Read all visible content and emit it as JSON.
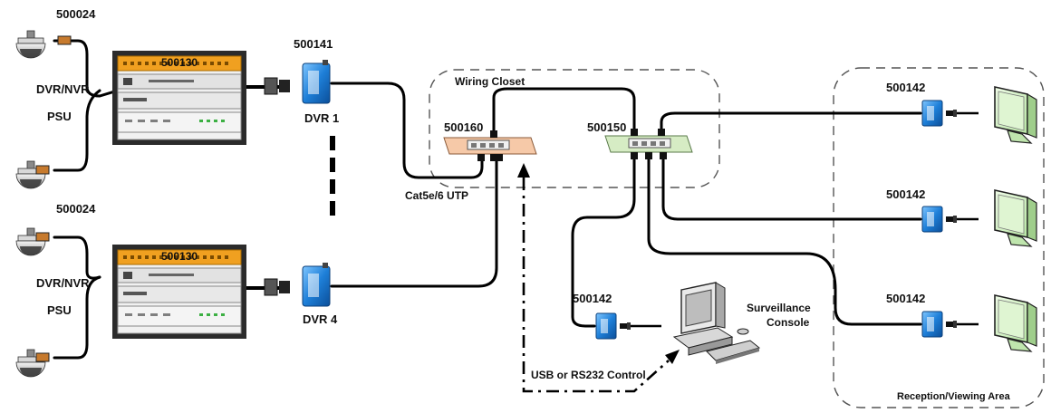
{
  "labels": {
    "camera_top_code": "500024",
    "camera_mid_code": "500024",
    "rack_top_code": "500130",
    "rack_bottom_code": "500130",
    "dvr_nvr_top": "DVR/NVR",
    "dvr_nvr_bottom": "DVR/NVR",
    "psu_top": "PSU",
    "psu_bottom": "PSU",
    "dvr_encoder_code": "500141",
    "dvr1": "DVR 1",
    "dvr4": "DVR 4",
    "wiring_closet": "Wiring Closet",
    "switch_left_code": "500160",
    "switch_right_code": "500150",
    "cable_type": "Cat5e/6 UTP",
    "receiver_top_code": "500142",
    "receiver_mid_code": "500142",
    "receiver_bottom_code": "500142",
    "receiver_console_code": "500142",
    "console_line1": "Surveillance",
    "console_line2": "Console",
    "control_label": "USB or RS232 Control",
    "reception_area": "Reception/Viewing Area"
  },
  "colors": {
    "cable": "#000000",
    "rack_orange": "#f0a020",
    "encoder_blue": "#1e7fd8",
    "switch_left": "#f6c9a8",
    "switch_right": "#d6ecc4",
    "monitor_screen": "#d2f0c4",
    "dashed_border": "#555555"
  }
}
